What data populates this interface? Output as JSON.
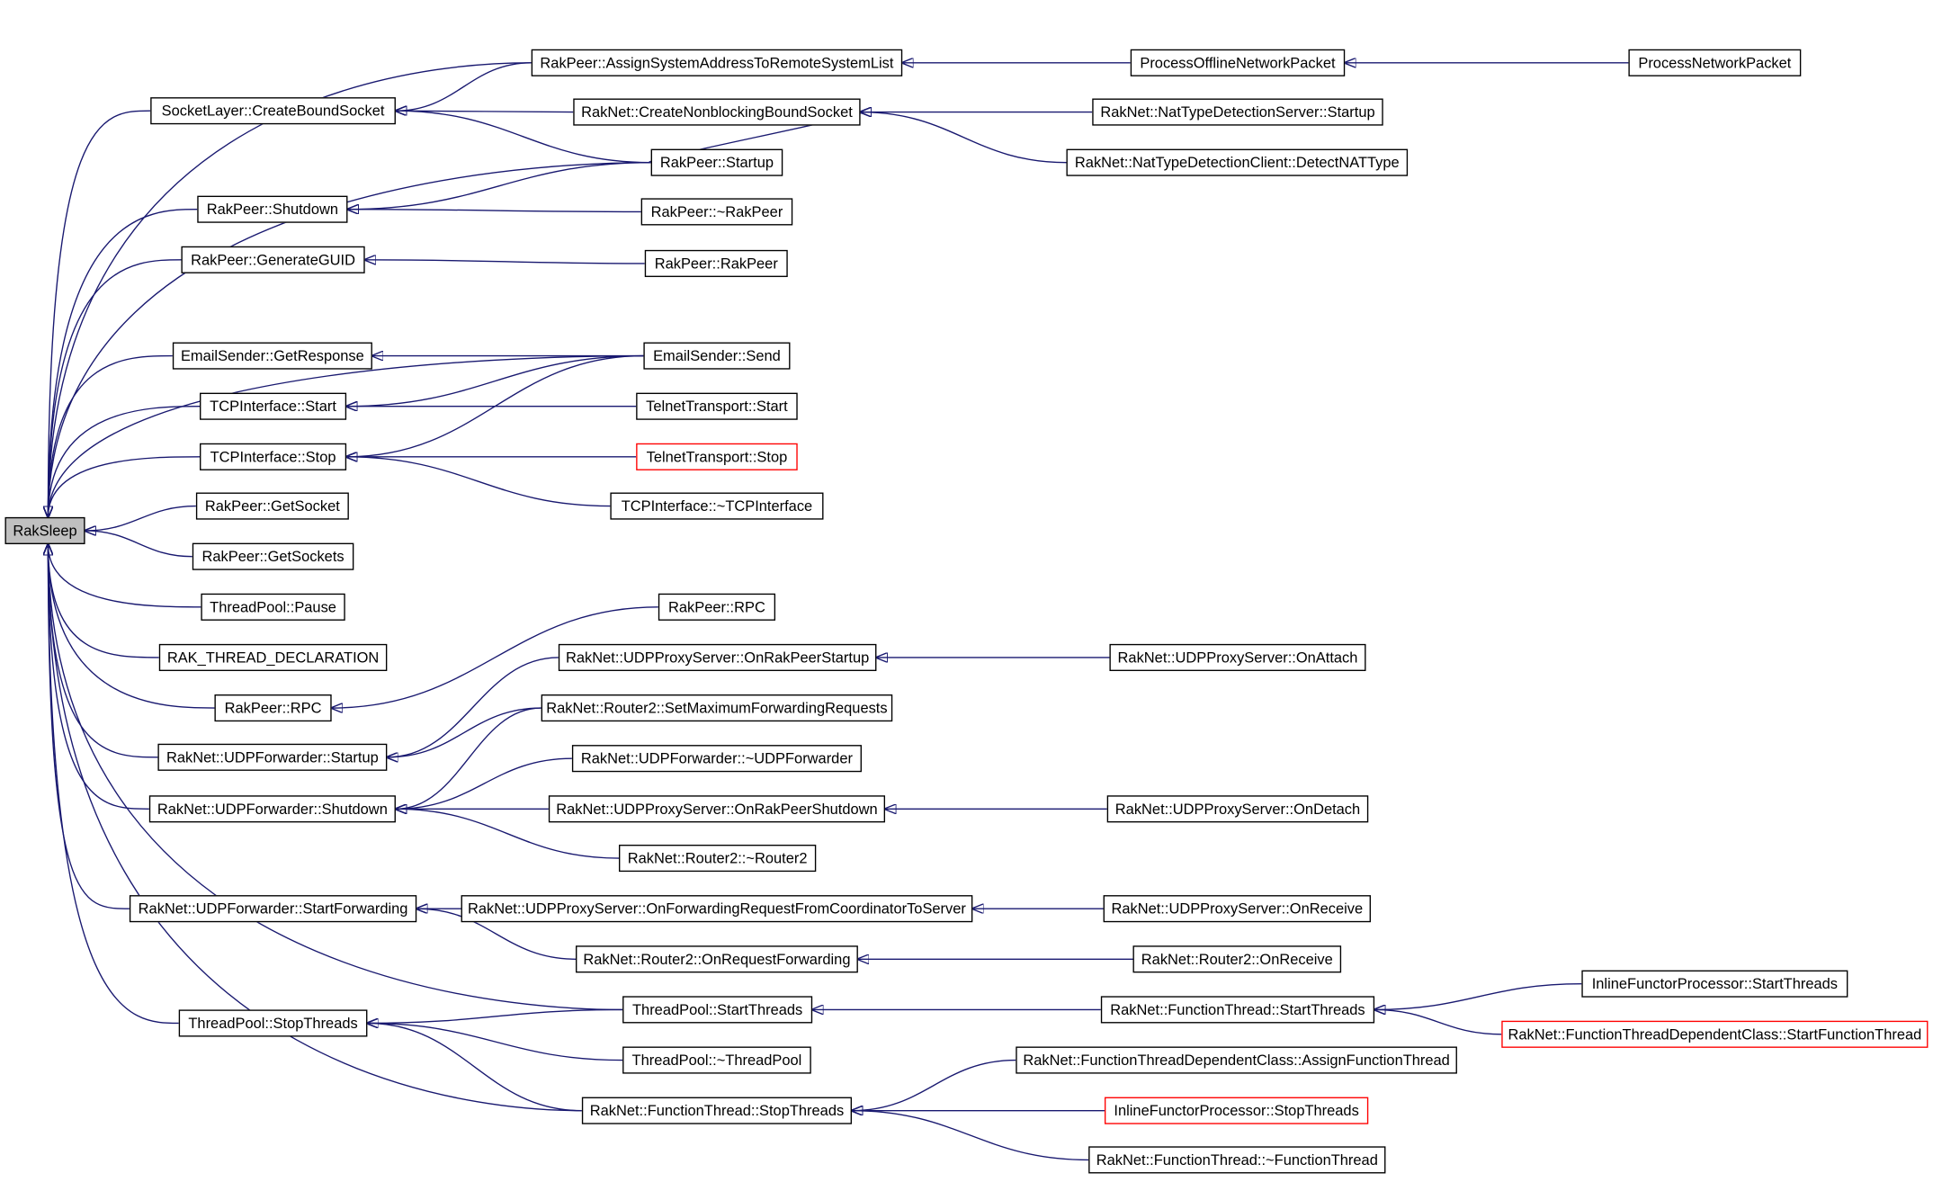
{
  "graph": {
    "root": "RakSleep",
    "nodes": {
      "n0": "RakSleep",
      "n1": "SocketLayer::CreateBoundSocket",
      "n2": "RakPeer::AssignSystemAddressToRemoteSystemList",
      "n3": "ProcessOfflineNetworkPacket",
      "n4": "ProcessNetworkPacket",
      "n5": "RakNet::CreateNonblockingBoundSocket",
      "n6": "RakNet::NatTypeDetectionServer::Startup",
      "n7": "RakNet::NatTypeDetectionClient::DetectNATType",
      "n8": "RakPeer::Startup",
      "n9": "RakPeer::Shutdown",
      "n10": "RakPeer::~RakPeer",
      "n11": "RakPeer::GenerateGUID",
      "n12": "RakPeer::RakPeer",
      "n13": "EmailSender::GetResponse",
      "n14": "EmailSender::Send",
      "n15": "TCPInterface::Start",
      "n16": "TelnetTransport::Start",
      "n17": "TCPInterface::Stop",
      "n18": "TelnetTransport::Stop",
      "n19": "TCPInterface::~TCPInterface",
      "n20": "RakPeer::GetSocket",
      "n21": "RakPeer::GetSockets",
      "n22": "ThreadPool::Pause",
      "n23": "RAK_THREAD_DECLARATION",
      "n24": "RakPeer::RPC",
      "n25": "RakPeer::RPC",
      "n26": "RakNet::UDPProxyServer::OnRakPeerStartup",
      "n27": "RakNet::UDPProxyServer::OnAttach",
      "n28": "RakNet::UDPForwarder::Startup",
      "n29": "RakNet::Router2::SetMaximumForwardingRequests",
      "n30": "RakNet::UDPForwarder::~UDPForwarder",
      "n31": "RakNet::UDPForwarder::Shutdown",
      "n32": "RakNet::UDPProxyServer::OnRakPeerShutdown",
      "n33": "RakNet::UDPProxyServer::OnDetach",
      "n34": "RakNet::Router2::~Router2",
      "n35": "RakNet::UDPForwarder::StartForwarding",
      "n36": "RakNet::UDPProxyServer::OnForwardingRequestFromCoordinatorToServer",
      "n37": "RakNet::UDPProxyServer::OnReceive",
      "n38": "RakNet::Router2::OnRequestForwarding",
      "n39": "RakNet::Router2::OnReceive",
      "n40": "ThreadPool::StartThreads",
      "n41": "RakNet::FunctionThread::StartThreads",
      "n42": "InlineFunctorProcessor::StartThreads",
      "n43": "RakNet::FunctionThreadDependentClass::StartFunctionThread",
      "n44": "ThreadPool::StopThreads",
      "n45": "ThreadPool::~ThreadPool",
      "n46": "RakNet::FunctionThreadDependentClass::AssignFunctionThread",
      "n47": "RakNet::FunctionThread::StopThreads",
      "n48": "InlineFunctorProcessor::StopThreads",
      "n49": "RakNet::FunctionThread::~FunctionThread"
    },
    "truncated_nodes": [
      "n18",
      "n43",
      "n48"
    ],
    "edges": [
      [
        "n1",
        "n0"
      ],
      [
        "n9",
        "n0"
      ],
      [
        "n11",
        "n0"
      ],
      [
        "n13",
        "n0"
      ],
      [
        "n15",
        "n0"
      ],
      [
        "n17",
        "n0"
      ],
      [
        "n20",
        "n0"
      ],
      [
        "n21",
        "n0"
      ],
      [
        "n22",
        "n0"
      ],
      [
        "n23",
        "n0"
      ],
      [
        "n24",
        "n0"
      ],
      [
        "n28",
        "n0"
      ],
      [
        "n31",
        "n0"
      ],
      [
        "n35",
        "n0"
      ],
      [
        "n44",
        "n0"
      ],
      [
        "n2",
        "n0"
      ],
      [
        "n8",
        "n0"
      ],
      [
        "n14",
        "n0"
      ],
      [
        "n40",
        "n0"
      ],
      [
        "n47",
        "n0"
      ],
      [
        "n2",
        "n1"
      ],
      [
        "n5",
        "n1"
      ],
      [
        "n8",
        "n1"
      ],
      [
        "n3",
        "n2"
      ],
      [
        "n4",
        "n3"
      ],
      [
        "n6",
        "n5"
      ],
      [
        "n7",
        "n5"
      ],
      [
        "n8",
        "n5"
      ],
      [
        "n8",
        "n9"
      ],
      [
        "n10",
        "n9"
      ],
      [
        "n12",
        "n11"
      ],
      [
        "n14",
        "n13"
      ],
      [
        "n14",
        "n15"
      ],
      [
        "n16",
        "n15"
      ],
      [
        "n14",
        "n17"
      ],
      [
        "n18",
        "n17"
      ],
      [
        "n19",
        "n17"
      ],
      [
        "n25",
        "n24"
      ],
      [
        "n26",
        "n28"
      ],
      [
        "n29",
        "n28"
      ],
      [
        "n27",
        "n26"
      ],
      [
        "n29",
        "n31"
      ],
      [
        "n30",
        "n31"
      ],
      [
        "n32",
        "n31"
      ],
      [
        "n34",
        "n31"
      ],
      [
        "n33",
        "n32"
      ],
      [
        "n36",
        "n35"
      ],
      [
        "n38",
        "n35"
      ],
      [
        "n37",
        "n36"
      ],
      [
        "n39",
        "n38"
      ],
      [
        "n40",
        "n44"
      ],
      [
        "n45",
        "n44"
      ],
      [
        "n47",
        "n44"
      ],
      [
        "n41",
        "n40"
      ],
      [
        "n42",
        "n41"
      ],
      [
        "n43",
        "n41"
      ],
      [
        "n46",
        "n47"
      ],
      [
        "n48",
        "n47"
      ],
      [
        "n49",
        "n47"
      ]
    ]
  },
  "colors": {
    "edge": "#191970",
    "node_border": "#000000",
    "truncated_border": "#ff0000",
    "root_fill": "#c0c0c0"
  }
}
